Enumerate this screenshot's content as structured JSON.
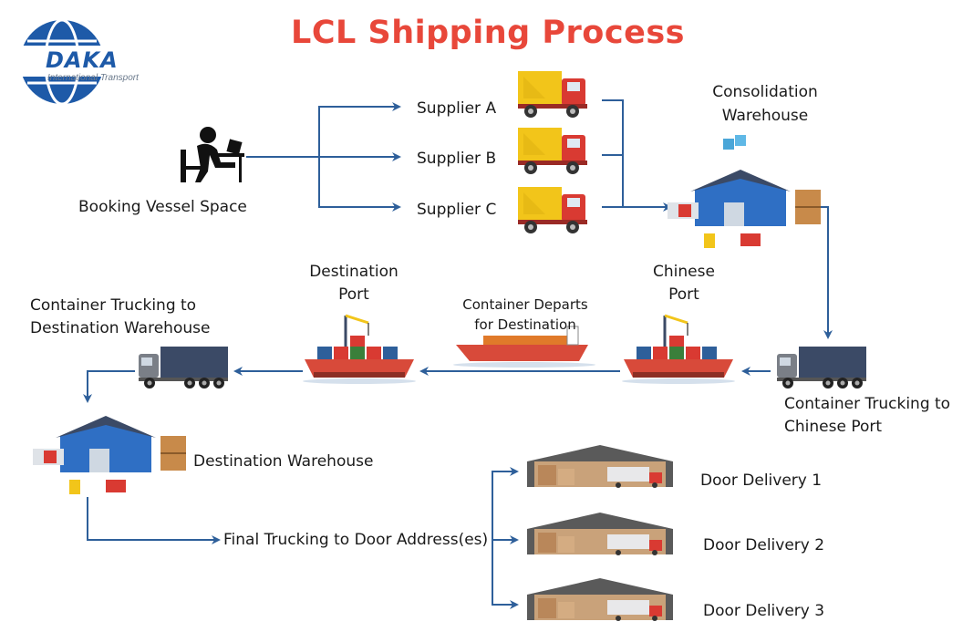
{
  "logo": {
    "name": "DAKA",
    "tagline": "International Transport"
  },
  "title": "LCL Shipping Process",
  "steps": {
    "booking": "Booking Vessel Space",
    "supplier_a": "Supplier A",
    "supplier_b": "Supplier B",
    "supplier_c": "Supplier C",
    "consolidation_l1": "Consolidation",
    "consolidation_l2": "Warehouse",
    "trucking_cn_l1": "Container Trucking to",
    "trucking_cn_l2": "Chinese Port",
    "chinese_port_l1": "Chinese",
    "chinese_port_l2": "Port",
    "departs_l1": "Container Departs",
    "departs_l2": "for Destination",
    "dest_port_l1": "Destination",
    "dest_port_l2": "Port",
    "trucking_dest_l1": "Container Trucking to",
    "trucking_dest_l2": "Destination Warehouse",
    "dest_warehouse": "Destination Warehouse",
    "final_trucking": "Final Trucking to Door Address(es)",
    "door_1": "Door Delivery 1",
    "door_2": "Door Delivery 2",
    "door_3": "Door Delivery 3"
  },
  "colors": {
    "title": "#e8473a",
    "arrow": "#2e5f9a",
    "truck_cab": "#d93a32",
    "truck_box": "#f2c51a",
    "container_truck": "#3b4a66",
    "ship_hull": "#d84a3a",
    "warehouse_wall": "#2f6fc4",
    "logo": "#1e5aa8"
  },
  "icons": {
    "person": "person-at-desk-icon",
    "truck": "delivery-truck-icon",
    "warehouse": "warehouse-icon",
    "ship": "container-ship-icon",
    "container_truck": "container-truck-icon",
    "door_warehouse": "door-delivery-warehouse-icon"
  }
}
